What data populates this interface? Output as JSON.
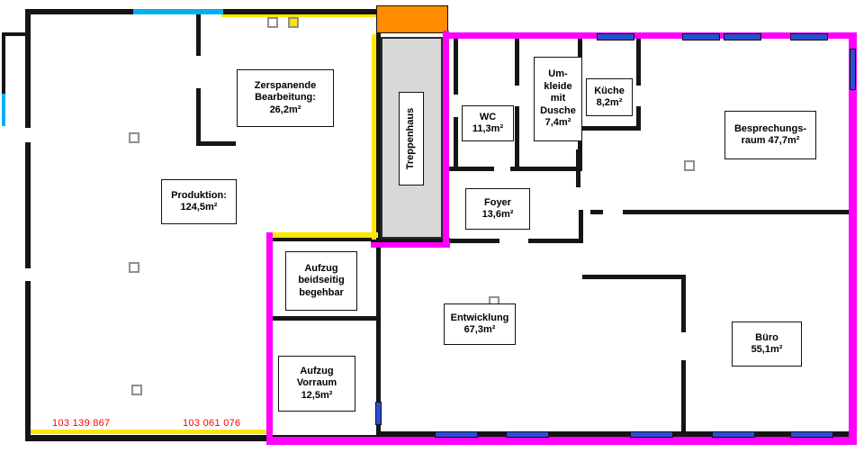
{
  "colors": {
    "wall": "#151515",
    "cyan_accent": "#00b0f0",
    "yellow_accent": "#ffe600",
    "orange_accent": "#ff8c00",
    "magenta_accent": "#ff00ff",
    "window_blue": "#2e4bd6",
    "stairs_gray": "#d8d8d8",
    "reference_red": "#fe0000"
  },
  "rooms": {
    "zerspanende": {
      "label": "Zerspanende\nBearbeitung:\n26,2m²"
    },
    "produktion": {
      "label": "Produktion:\n124,5m²"
    },
    "treppenhaus": {
      "label": "Treppenhaus"
    },
    "wc": {
      "label": "WC\n11,3m²"
    },
    "umkleide": {
      "label": "Um-\nkleide\nmit\nDusche\n7,4m²"
    },
    "kueche": {
      "label": "Küche\n8,2m²"
    },
    "besprechungsraum": {
      "label": "Besprechungs-\nraum 47,7m²"
    },
    "foyer": {
      "label": "Foyer\n13,6m²"
    },
    "aufzug_beidseitig": {
      "label": "Aufzug\nbeidseitig\nbegehbar"
    },
    "entwicklung": {
      "label": "Entwicklung\n67,3m²"
    },
    "aufzug_vorraum": {
      "label": "Aufzug\nVorraum\n12,5m²"
    },
    "buero": {
      "label": "Büro\n55,1m²"
    }
  },
  "reference_numbers": [
    "103 139 867",
    "103 061 076"
  ]
}
